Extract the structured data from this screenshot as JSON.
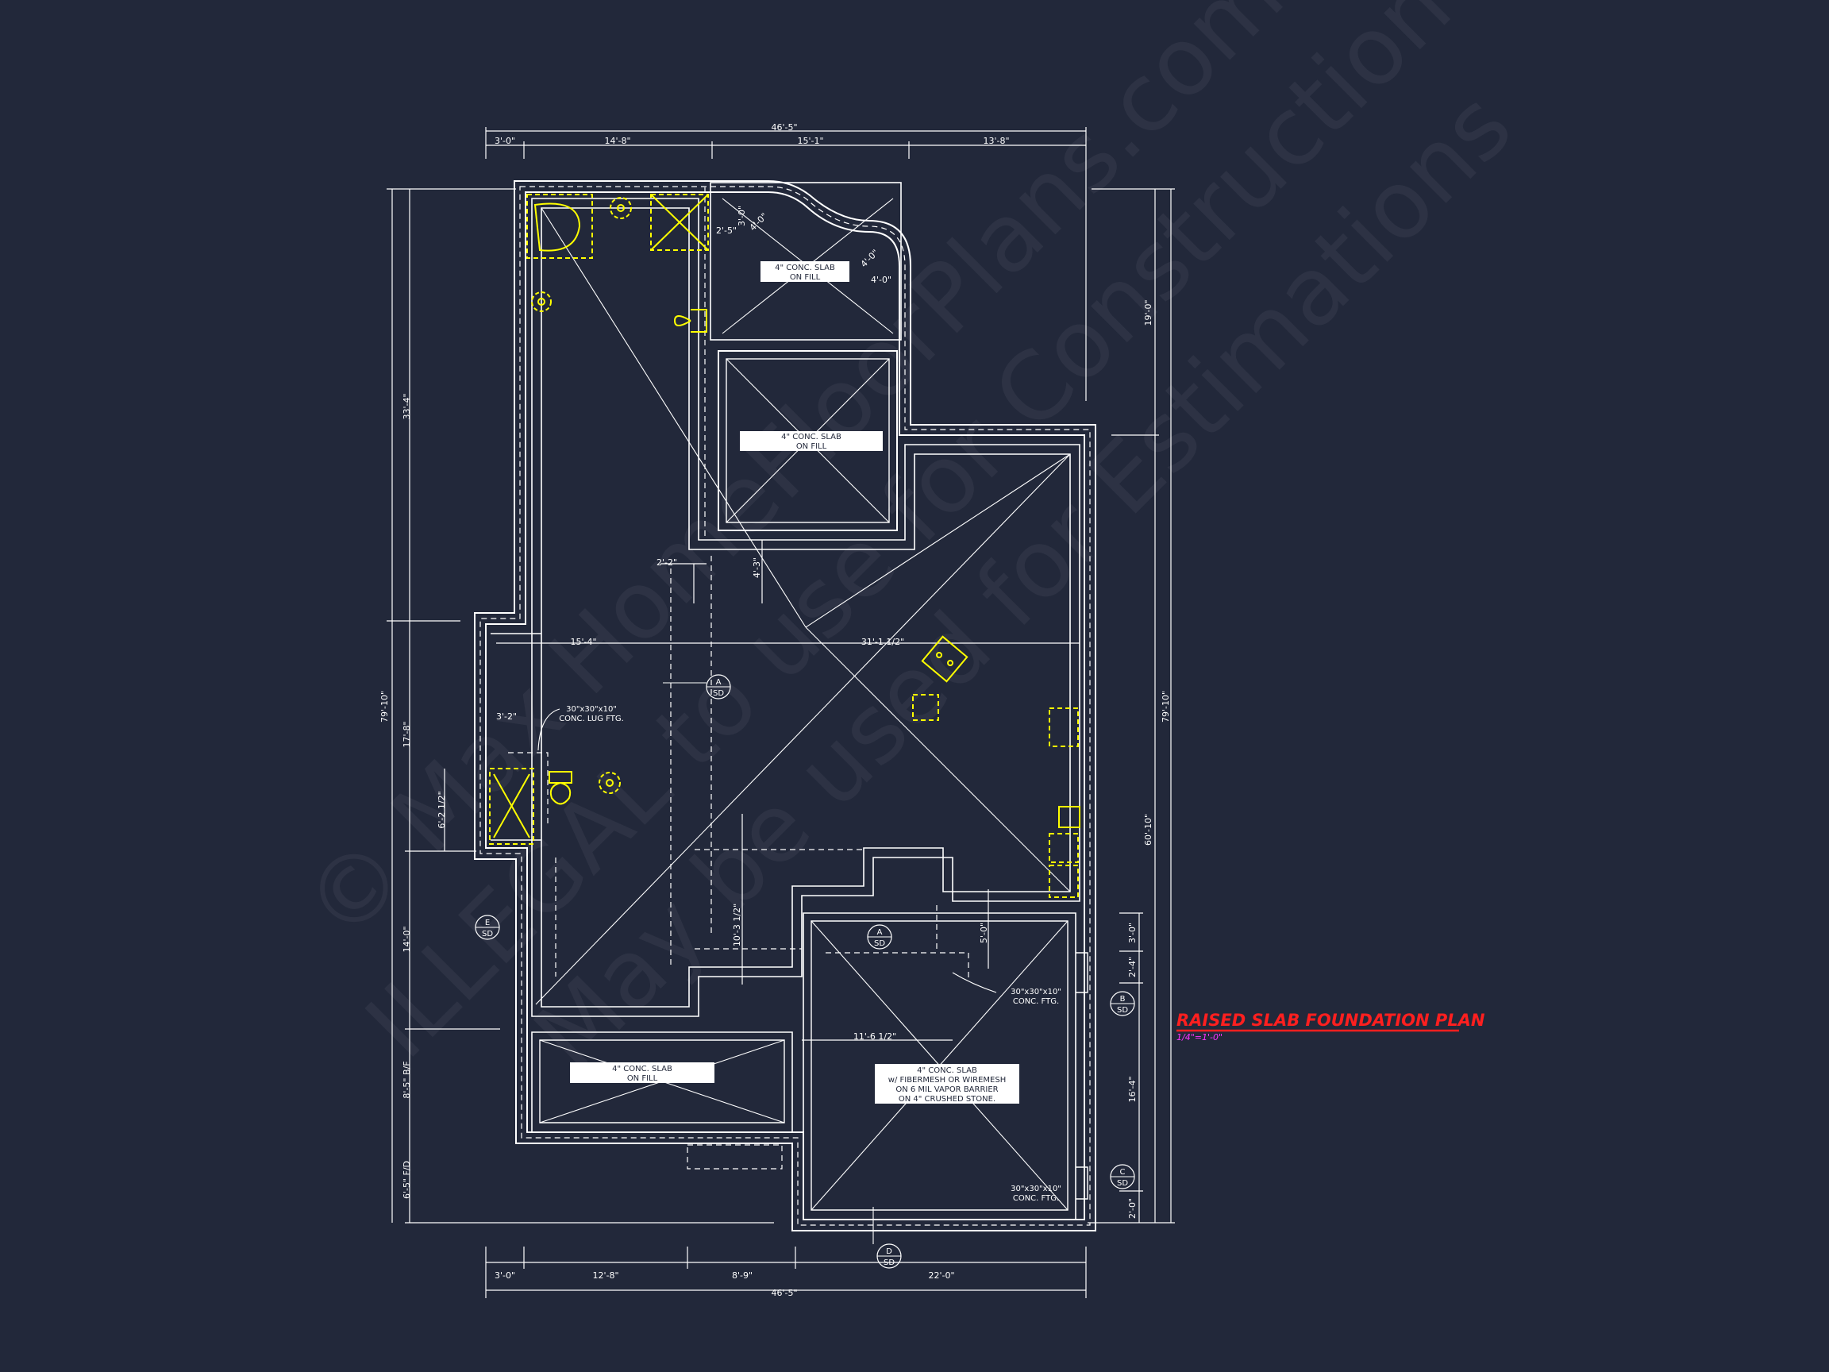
{
  "plan": {
    "title": "RAISED SLAB FOUNDATION PLAN",
    "scale": "1/4\"=1'-0\"",
    "watermark": [
      "© Max HomeFloorPlans.com",
      "ILLEGAL to use for Construction",
      "May be used for Estimations"
    ]
  },
  "dimensions": {
    "top_overall": "46'-5\"",
    "top_segments": [
      "3'-0\"",
      "14'-8\"",
      "15'-1\"",
      "13'-8\""
    ],
    "bottom_overall": "46'-5\"",
    "bottom_segments": [
      "3'-0\"",
      "12'-8\"",
      "8'-9\"",
      "22'-0\""
    ],
    "left_outer": [
      "33'-4\"",
      "79'-10\""
    ],
    "left_inner": [
      "17'-8\"",
      "14'-0\"",
      "8'-5\" B/F",
      "6'-5\" F/D",
      "6'-2 1/2\""
    ],
    "right_outer": [
      "19'-0\"",
      "79'-10\"",
      "60'-10\""
    ],
    "right_inner": [
      "3'-0\"",
      "2'-4\"",
      "16'-4\"",
      "2'-0\""
    ],
    "interior": [
      "2'-2\"",
      "4'-3\"",
      "15'-4\"",
      "31'-1 1/2\"",
      "3'-2\"",
      "10'-3 1/2\"",
      "5'-0\"",
      "11'-6 1/2\"",
      "2'-5\"",
      "4'-0\"",
      "3'-0\"",
      "4'-0\"",
      "4'-0\""
    ]
  },
  "notes": {
    "slab_fill": [
      "4\" CONC. SLAB",
      "ON FILL"
    ],
    "garage_slab": [
      "4\" CONC. SLAB",
      "w/ FIBERMESH OR WIREMESH",
      "ON 6 MIL VAPOR BARRIER",
      "ON 4\" CRUSHED STONE."
    ],
    "lug_ftg": [
      "30\"x30\"x10\"",
      "CONC. LUG FTG."
    ],
    "conc_ftg": [
      "30\"x30\"x10\"",
      "CONC. FTG."
    ]
  },
  "sections": [
    {
      "letter": "A",
      "ref": "SD"
    },
    {
      "letter": "A",
      "ref": "SD"
    },
    {
      "letter": "B",
      "ref": "SD"
    },
    {
      "letter": "C",
      "ref": "SD"
    },
    {
      "letter": "D",
      "ref": "SD"
    },
    {
      "letter": "E",
      "ref": "SD"
    }
  ],
  "colors": {
    "background": "#22283a",
    "lines": "#ffffff",
    "fixtures": "#ffff00",
    "title": "#ff1f1f",
    "scale": "#ff33ff"
  }
}
